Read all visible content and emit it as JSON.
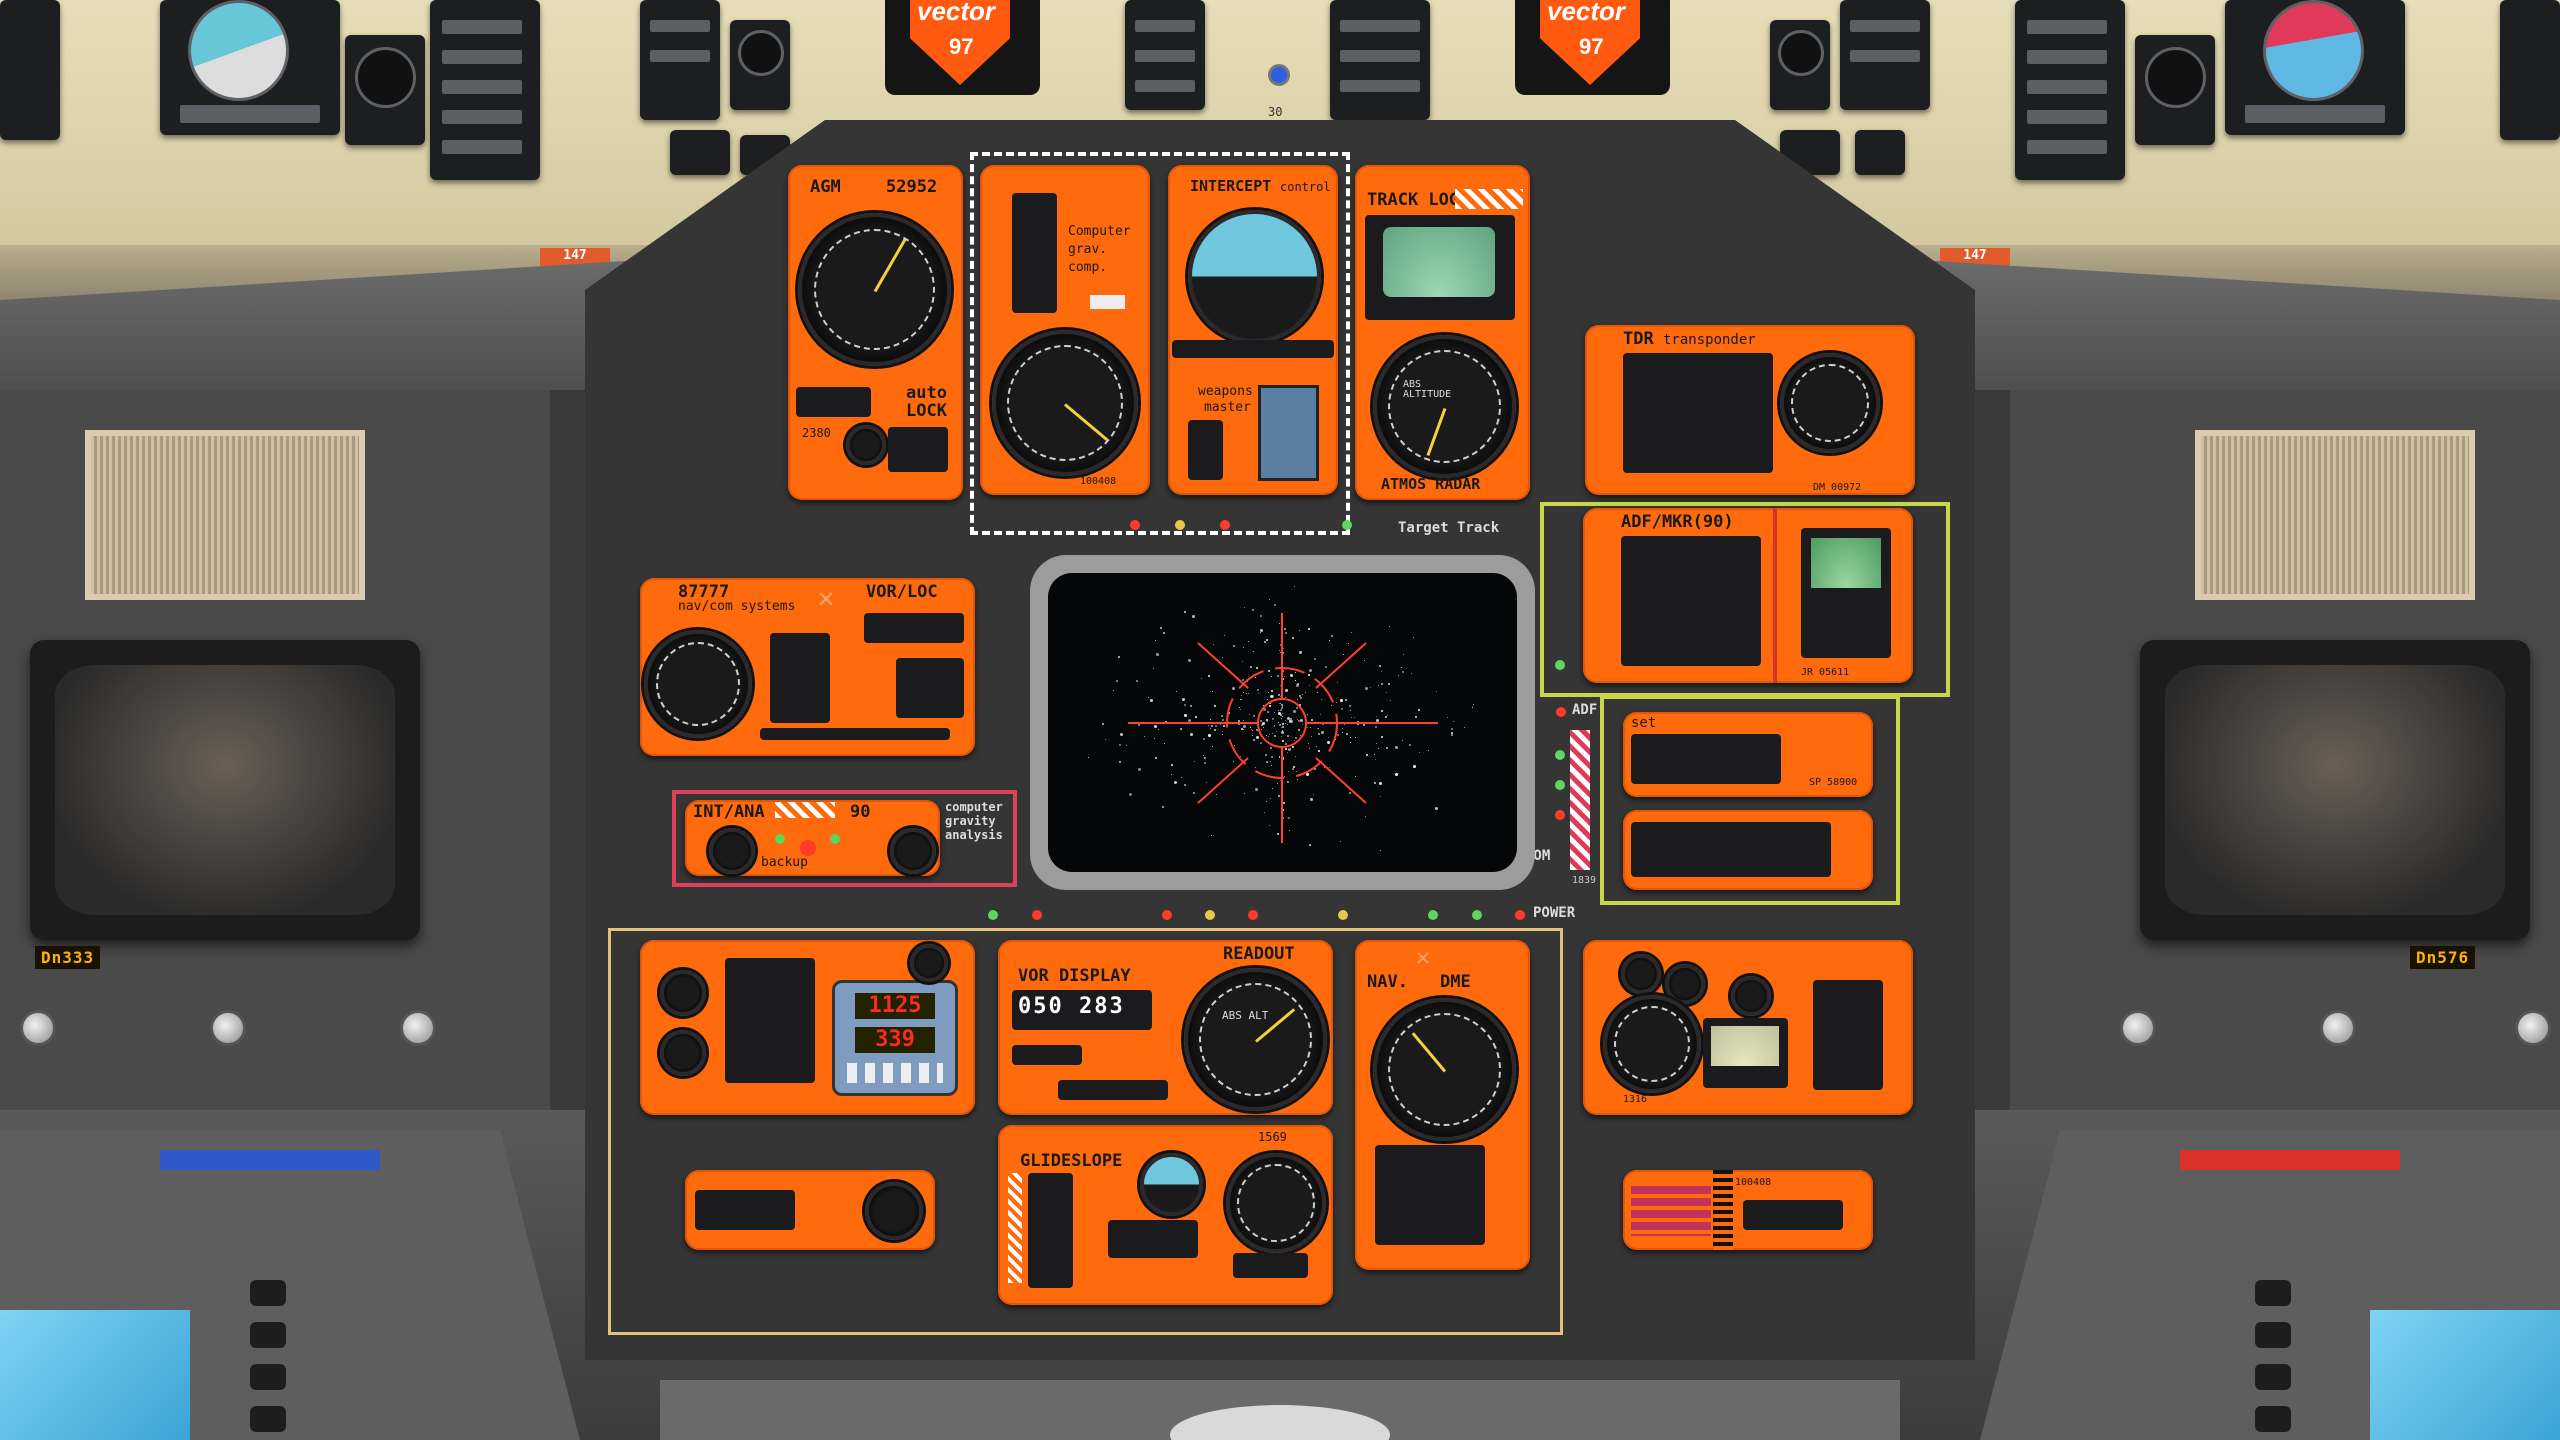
{
  "overhead": {
    "logo_text": "vector",
    "logo_number": "97",
    "center_number": "30",
    "side_numbers": [
      "147",
      "147"
    ]
  },
  "monitors": {
    "left_label": "Dn333",
    "right_label": "Dn576"
  },
  "panels": {
    "agm": {
      "title": "AGM",
      "code": "52952",
      "auto_label": "auto",
      "lock_label": "LOCK",
      "sub_number": "2380"
    },
    "computer": {
      "label_1": "Computer",
      "label_2": "grav.",
      "label_3": "comp.",
      "code": "100408"
    },
    "intercept": {
      "title": "INTERCEPT",
      "title_suffix": "control",
      "weapons_1": "weapons",
      "weapons_2": "master"
    },
    "tracklog": {
      "title": "TRACK LOG",
      "altitude_label": "ABS ALTITUDE",
      "footer": "ATMOS RADAR"
    },
    "target_track": "Target Track",
    "tdr": {
      "title": "TDR",
      "title_suffix": "transponder",
      "code": "DM 00972"
    },
    "adf": {
      "title": "ADF/MKR(90)",
      "code": "JR 05611"
    },
    "set": {
      "title": "set",
      "code": "SP 58900"
    },
    "navcom": {
      "code": "87777",
      "title_1": "nav/com systems",
      "title_2": "VOR/LOC"
    },
    "intana": {
      "title": "INT/ANA",
      "number": "90",
      "backup": "backup",
      "side_1": "computer",
      "side_2": "gravity",
      "side_3": "analysis"
    },
    "readouts": {
      "top": "1125",
      "bottom": "339"
    },
    "vor": {
      "title": "VOR DISPLAY",
      "readout_label": "READOUT",
      "digits": "050 283",
      "alt_label": "ABS ALT"
    },
    "glideslope": {
      "title": "GLIDESLOPE",
      "code": "1569"
    },
    "navdme": {
      "title": "NAV.",
      "title_2": "DME"
    },
    "misc": {
      "right_code": "1316",
      "bottom_code": "100408"
    }
  },
  "side_labels": {
    "adf": "ADF",
    "com": "COM",
    "power": "POWER",
    "com_code": "1839"
  },
  "colors": {
    "panel_orange": "#ff6a0d",
    "console_gray": "#353536",
    "overhead_cream": "#e7deb9",
    "frame_white": "#ffffff",
    "frame_green": "#c8d64a",
    "frame_red": "#e0405a",
    "frame_tan": "#e3c37a",
    "led_red": "#ff3b2a",
    "led_green": "#5cd65c"
  }
}
